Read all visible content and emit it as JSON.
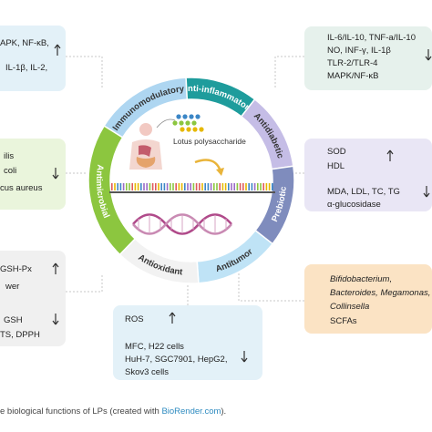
{
  "segments": [
    {
      "label": "Immunomodulatory",
      "color": "#aed6f1"
    },
    {
      "label": "Anti-inflammatory",
      "color": "#1e9c9c"
    },
    {
      "label": "Antidiabetic",
      "color": "#c5bde6"
    },
    {
      "label": "Prebiotic",
      "color": "#7f8cbd"
    },
    {
      "label": "Antitumor",
      "color": "#bfe3f6"
    },
    {
      "label": "Antioxidant",
      "color": "#f2f2f2"
    },
    {
      "label": "Antimicrobial",
      "color": "#8cc63f"
    }
  ],
  "center": {
    "label": "Lotus polysaccharide"
  },
  "boxes": {
    "immunomodulatory": {
      "lines": [
        "APK, NF-κB,",
        "IL-1β, IL-2,"
      ]
    },
    "anti_inflammatory": {
      "lines": [
        "IL-6/IL-10, TNF-a/IL-10",
        "NO, INF-γ, IL-1β",
        "TLR-2/TLR-4",
        "MAPK/NF-κB"
      ]
    },
    "antimicrobial": {
      "lines": [
        "ilis",
        "coli",
        "cus aureus"
      ]
    },
    "antidiabetic": {
      "up": [
        "SOD",
        "HDL"
      ],
      "down": [
        "MDA, LDL, TC, TG",
        "α-glucosidase"
      ]
    },
    "antioxidant": {
      "lines": [
        "GSH-Px",
        "wer",
        "GSH",
        "TS, DPPH"
      ]
    },
    "prebiotic": {
      "italic": [
        "Bifidobacterium,",
        "Bacteroides, Megamonas,",
        "Collinsella"
      ],
      "normal": [
        "SCFAs"
      ]
    },
    "antitumor": {
      "up": [
        "ROS"
      ],
      "down": [
        "MFC, H22 cells",
        "HuH-7, SGC7901, HepG2,",
        "Skov3 cells"
      ]
    }
  },
  "caption": {
    "text": "e biological functions of LPs (created with ",
    "link": "BioRender.com",
    "end": ")."
  },
  "colors": {
    "arrow": "#333333",
    "connector": "#c7c7c7"
  }
}
